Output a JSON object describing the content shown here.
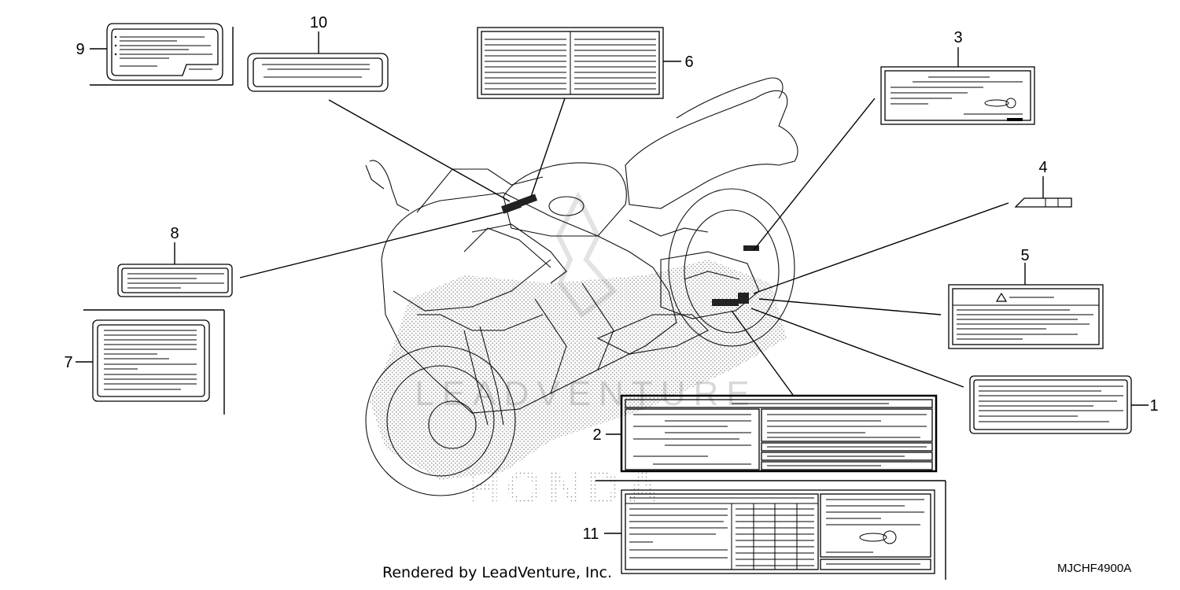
{
  "callouts": {
    "c1": "1",
    "c2": "2",
    "c3": "3",
    "c4": "4",
    "c5": "5",
    "c6": "6",
    "c7": "7",
    "c8": "8",
    "c9": "9",
    "c10": "10",
    "c11": "11"
  },
  "footer": {
    "credit": "Rendered by LeadVenture, Inc.",
    "diagram_code": "MJCHF4900A"
  },
  "watermark": {
    "brand": "LEADVENTURE",
    "logo_text": "HONDA"
  }
}
